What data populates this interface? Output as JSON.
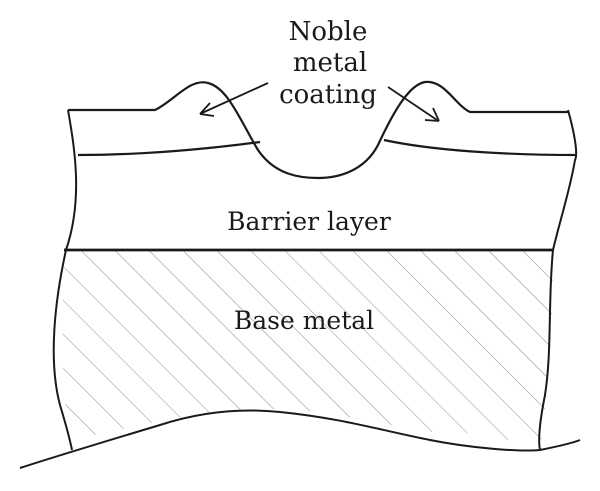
{
  "diagram": {
    "labels": {
      "noble_metal_line1": "Noble",
      "noble_metal_line2": "metal",
      "noble_metal_line3": "coating",
      "barrier_layer": "Barrier layer",
      "base_metal": "Base metal"
    },
    "colors": {
      "stroke": "#1a1a1a",
      "hatch": "#8a8a8a",
      "background": "#ffffff"
    }
  }
}
